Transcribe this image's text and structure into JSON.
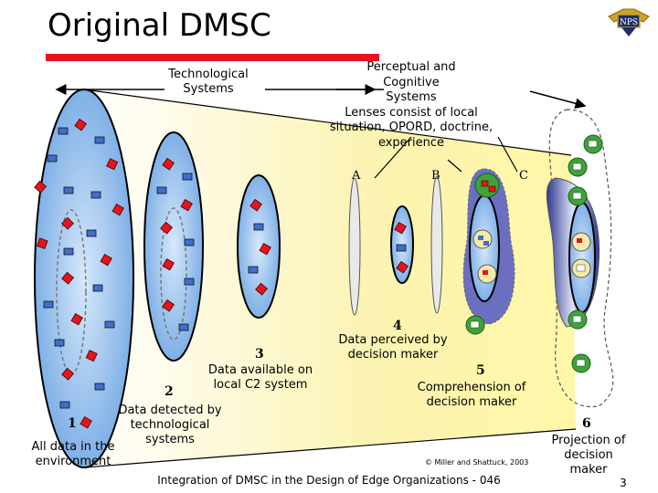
{
  "title": "Original DMSC",
  "labels": {
    "tech_systems": "Technological\nSystems",
    "perceptual": "Perceptual and\nCognitive\nSystems\nLenses consist of local\nsituation, OPORD, doctrine,\nexperience",
    "lens_a": "A",
    "lens_b": "B",
    "lens_c": "C",
    "stage1_num": "1",
    "stage1": "All data in the\nenvironment",
    "stage2_num": "2",
    "stage2": "Data detected by\ntechnological\nsystems",
    "stage3_num": "3",
    "stage3": "Data available on\nlocal C2 system",
    "stage4_num": "4",
    "stage4": "Data perceived by\ndecision maker",
    "stage5_num": "5",
    "stage5": "Comprehension of\ndecision maker",
    "stage6_num": "6",
    "stage6": "Projection of\ndecision\nmaker",
    "credit": "© Miller and Shattuck, 2003",
    "footer": "Integration of DMSC in the Design of Edge Organizations - 046",
    "page_number": "3",
    "logo_text": "NPS"
  },
  "colors": {
    "red_bar": "#e8141b",
    "lens_fill": "#9dc3ee",
    "cone_fill": "#fbf4b8",
    "red_square": "#e8141b",
    "blue_square": "#3f6fc8",
    "green_circle": "#3fa33a",
    "projection_fill": "#5a5fb0"
  }
}
